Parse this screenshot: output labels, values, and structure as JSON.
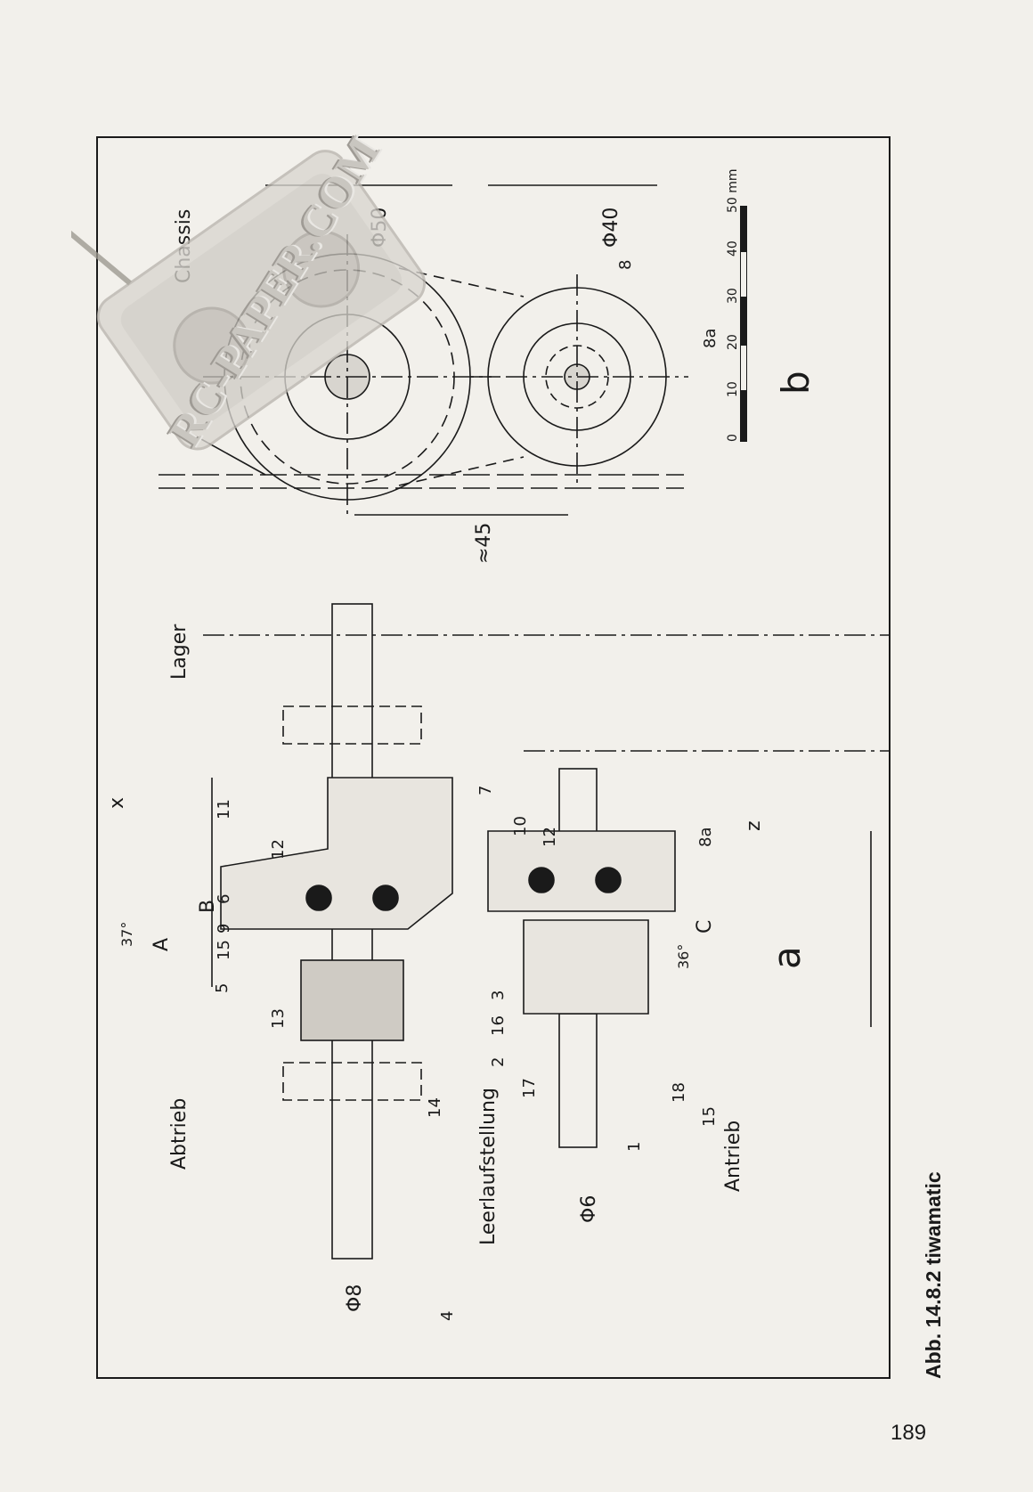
{
  "figure": {
    "caption": "Abb. 14.8.2 tiwamatic",
    "page_number": "189",
    "sub_label_a": "a",
    "sub_label_b": "b",
    "labels": {
      "chassis": "Chassis",
      "lager": "Lager",
      "abtrieb": "Abtrieb",
      "antrieb": "Antrieb",
      "leerlauf": "Leerlaufstellung"
    },
    "dimensions": {
      "d50": "Φ50",
      "d40": "Φ40",
      "approx45": "≈45",
      "d8": "Φ8",
      "d6": "Φ6",
      "a": "A",
      "b": "B",
      "c": "C",
      "x": "x",
      "z": "z",
      "angle37": "37°",
      "angle36": "36°"
    },
    "part_numbers": {
      "p1": "1",
      "p2": "2",
      "p3": "3",
      "p4": "4",
      "p5": "5",
      "p6": "6",
      "p7": "7",
      "p8": "8",
      "p8a_top": "8a",
      "p8a_bottom": "8a",
      "p9": "9",
      "p10": "10",
      "p11": "11",
      "p12_top": "12",
      "p12_bottom": "12",
      "p13": "13",
      "p14": "14",
      "p15_top": "15",
      "p15_bottom": "15",
      "p16": "16",
      "p17": "17",
      "p18": "18"
    },
    "scale_bar": {
      "unit": "mm",
      "ticks": [
        "0",
        "10",
        "20",
        "30",
        "40",
        "50 mm"
      ]
    }
  },
  "watermark": {
    "text": "RC-PAPER.COM",
    "icon": "rc-transmitter-icon"
  }
}
